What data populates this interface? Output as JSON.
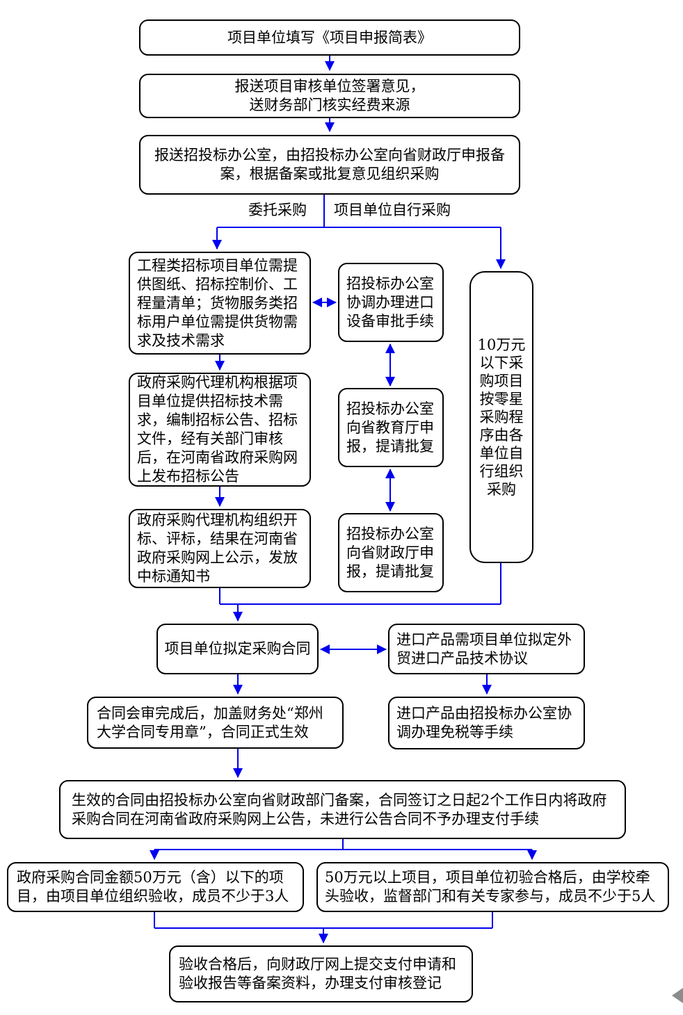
{
  "colors": {
    "connector": "#0000EE",
    "box_border": "#000000",
    "text": "#000000",
    "nav_arrow": "#8c8c8c"
  },
  "branch_labels": {
    "left": "委托采购",
    "right": "项目单位自行采购"
  },
  "nodes": {
    "fill_form": "项目单位填写《项目申报简表》",
    "review_sign": "报送项目审核单位签署意见，\n送财务部门核实经费来源",
    "report_bidding_office": "报送招投标办公室，由招投标办公室向省财政厅申报备案，根据备案或批复意见组织采购",
    "provide_requirements": "工程类招标项目单位需提供图纸、招标控制价、工程量清单；货物服务类招标用户单位需提供货物需求及技术需求",
    "agency_prepare": "政府采购代理机构根据项目单位提供招标技术需求，编制招标公告、招标文件，经有关部门审核后，在河南省政府采购网上发布招标公告",
    "agency_open_bids": "政府采购代理机构组织开标、评标，结果在河南省政府采购网上公示，发放中标通知书",
    "coordinate_import": "招投标办公室协调办理进口设备审批手续",
    "report_education": "招投标办公室向省教育厅申报，提请批复",
    "report_finance": "招投标办公室向省财政厅申报，提请批复",
    "small_purchase": "10万元以下采购项目按零星采购程序由各单位自行组织采购",
    "draft_contract": "项目单位拟定采购合同",
    "import_agreement": "进口产品需项目单位拟定外贸进口产品技术协议",
    "contract_effective": "合同会审完成后，加盖财务处“郑州大学合同专用章”，合同正式生效",
    "import_tax_free": "进口产品由招投标办公室协调办理免税等手续",
    "contract_filing": "生效的合同由招投标办公室向省财政部门备案，合同签订之日起2个工作日内将政府采购合同在河南省政府采购网上公告，未进行公告合同不予办理支付手续",
    "acceptance_below_500k": "政府采购合同金额50万元（含）以下的项目，由项目单位组织验收，成员不少于3人",
    "acceptance_above_500k": "50万元以上项目，项目单位初验合格后，由学校牵头验收，监督部门和有关专家参与，成员不少于5人",
    "payment_registration": "验收合格后，向财政厅网上提交支付申请和验收报告等备案资料，办理支付审核登记"
  }
}
